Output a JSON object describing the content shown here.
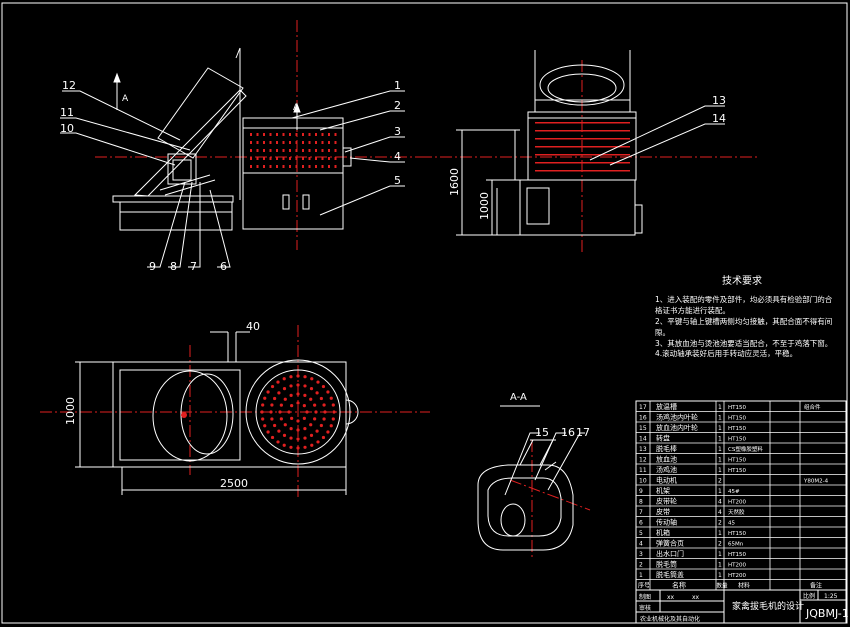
{
  "drawing": {
    "front_view": {
      "callouts": [
        "1",
        "2",
        "3",
        "4",
        "5",
        "6",
        "7",
        "8",
        "9",
        "10",
        "11",
        "12"
      ],
      "section_marks": [
        "A",
        "A"
      ],
      "dim_overall_height": "1600",
      "dim_base_height": "1000"
    },
    "side_view": {
      "callouts": [
        "13",
        "14"
      ]
    },
    "top_view": {
      "dim_top": "40",
      "dim_width": "1000",
      "dim_length": "2500"
    },
    "section_view": {
      "title": "A-A",
      "callouts": [
        "15",
        "16",
        "17"
      ]
    }
  },
  "requirements": {
    "heading": "技术要求",
    "lines": [
      "1、进入装配的零件及部件，均必须具有检验部门的合",
      "格证书方能进行装配。",
      "2、平键与轴上键槽两侧均匀接触，其配合面不得有间",
      "隙。",
      "3、其放血池与烫池池要适当配合，不至于鸡落下窗。",
      "4.滚动轴承装好后用手转动应灵活，平稳。"
    ]
  },
  "parts_list": {
    "header": {
      "no": "序号",
      "name": "名称",
      "qty": "数量",
      "material": "材料",
      "note": "备注"
    },
    "rows": [
      {
        "no": "17",
        "name": "放温槽",
        "qty": "1",
        "material": "HT150",
        "note": "组合件"
      },
      {
        "no": "16",
        "name": "汤鸡池内叶轮",
        "qty": "1",
        "material": "HT150",
        "note": ""
      },
      {
        "no": "15",
        "name": "放血池内叶轮",
        "qty": "1",
        "material": "HT150",
        "note": ""
      },
      {
        "no": "14",
        "name": "转盘",
        "qty": "1",
        "material": "HT150",
        "note": ""
      },
      {
        "no": "13",
        "name": "脱毛棒",
        "qty": "1",
        "material": "CS塑橡胶塑料",
        "note": ""
      },
      {
        "no": "12",
        "name": "放血池",
        "qty": "1",
        "material": "HT150",
        "note": ""
      },
      {
        "no": "11",
        "name": "汤鸡池",
        "qty": "1",
        "material": "HT150",
        "note": ""
      },
      {
        "no": "10",
        "name": "电动机",
        "qty": "2",
        "material": "",
        "note": "Y80M2-4"
      },
      {
        "no": "9",
        "name": "机架",
        "qty": "1",
        "material": "45#",
        "note": ""
      },
      {
        "no": "8",
        "name": "皮带轮",
        "qty": "4",
        "material": "HT200",
        "note": ""
      },
      {
        "no": "7",
        "name": "皮带",
        "qty": "4",
        "material": "天然胶",
        "note": ""
      },
      {
        "no": "6",
        "name": "传动轴",
        "qty": "2",
        "material": "45",
        "note": ""
      },
      {
        "no": "5",
        "name": "机箱",
        "qty": "1",
        "material": "HT150",
        "note": ""
      },
      {
        "no": "4",
        "name": "弹簧合页",
        "qty": "2",
        "material": "65Mn",
        "note": ""
      },
      {
        "no": "3",
        "name": "出水口门",
        "qty": "1",
        "material": "HT150",
        "note": ""
      },
      {
        "no": "2",
        "name": "脱毛筒",
        "qty": "1",
        "material": "HT200",
        "note": ""
      },
      {
        "no": "1",
        "name": "脱毛筒盖",
        "qty": "1",
        "material": "HT200",
        "note": ""
      }
    ]
  },
  "title_block": {
    "title": "家禽拔毛机的设计",
    "drawing_no": "JQBMJ-1",
    "scale_label": "比例",
    "scale": "1:25",
    "design_label": "制图",
    "review_label": "审核",
    "school": "农业机械化及其自动化",
    "xx1": "xx",
    "xx2": "xx"
  }
}
